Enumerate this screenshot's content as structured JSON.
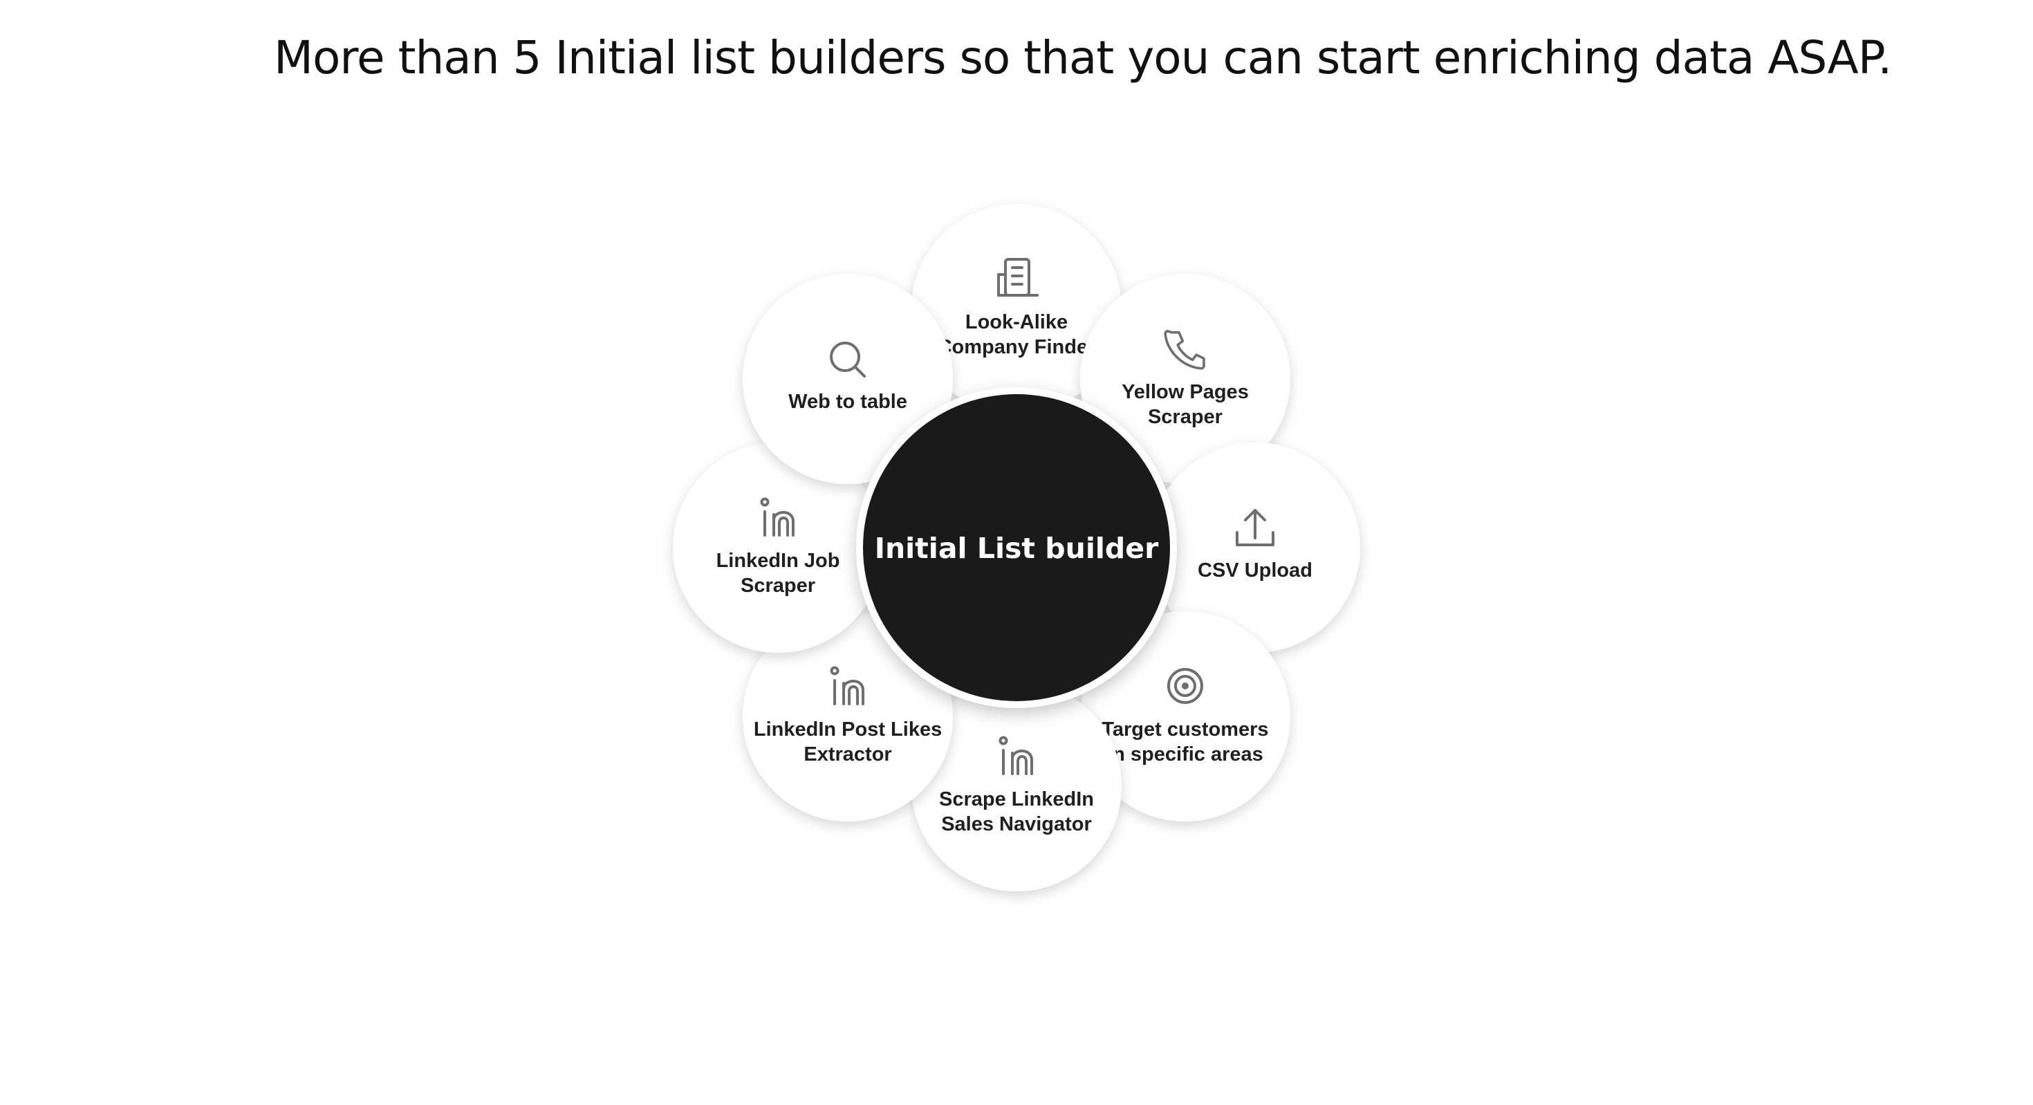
{
  "headline": "More than 5 Initial list builders so that you can start enriching data ASAP.",
  "center": {
    "label": "Initial List builder",
    "color": "#1a1a1a"
  },
  "nodes": [
    {
      "id": "look-alike",
      "lines": [
        "Look-Alike",
        "Company Finder"
      ],
      "icon": "building-icon"
    },
    {
      "id": "yellow-pages",
      "lines": [
        "Yellow Pages",
        "Scraper"
      ],
      "icon": "phone-icon"
    },
    {
      "id": "csv-upload",
      "lines": [
        "CSV Upload"
      ],
      "icon": "upload-icon"
    },
    {
      "id": "target-customers",
      "lines": [
        "Target customers",
        "in specific areas"
      ],
      "icon": "target-icon"
    },
    {
      "id": "sales-navigator",
      "lines": [
        "Scrape LinkedIn",
        "Sales Navigator"
      ],
      "icon": "linkedin-icon"
    },
    {
      "id": "post-likes",
      "lines": [
        "LinkedIn Post Likes",
        "Extractor"
      ],
      "icon": "linkedin-icon"
    },
    {
      "id": "job-scraper",
      "lines": [
        "LinkedIn Job",
        "Scraper"
      ],
      "icon": "linkedin-icon"
    },
    {
      "id": "web-to-table",
      "lines": [
        "Web to table"
      ],
      "icon": "search-icon"
    }
  ]
}
